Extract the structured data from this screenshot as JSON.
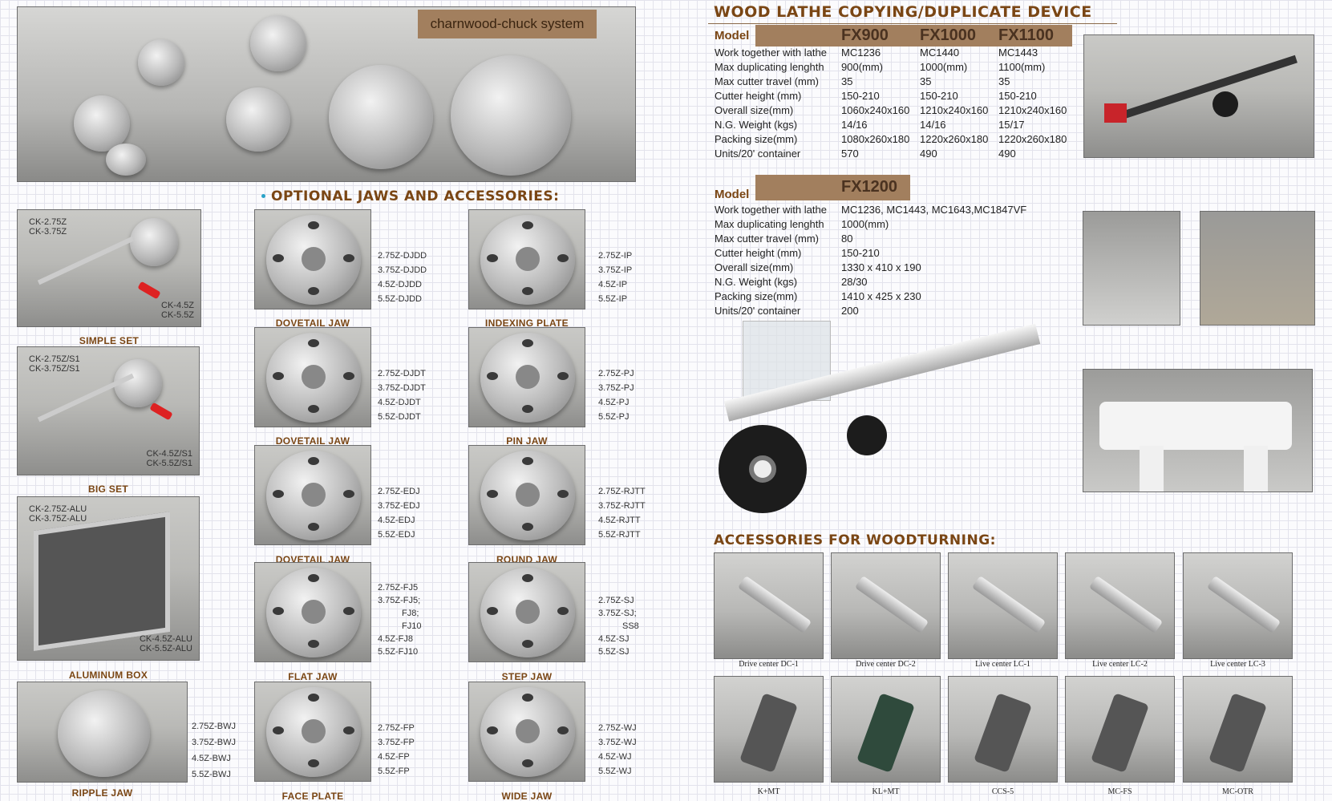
{
  "banner": {
    "label": "charnwood-chuck system"
  },
  "optional_heading": "OPTIONAL JAWS AND ACCESSORIES:",
  "sets": [
    {
      "label": "SIMPLE SET",
      "codes_top": [
        "CK-2.75Z",
        "CK-3.75Z"
      ],
      "codes_bottom": [
        "CK-4.5Z",
        "CK-5.5Z"
      ]
    },
    {
      "label": "BIG SET",
      "codes_top": [
        "CK-2.75Z/S1",
        "CK-3.75Z/S1"
      ],
      "codes_bottom": [
        "CK-4.5Z/S1",
        "CK-5.5Z/S1"
      ]
    },
    {
      "label": "ALUMINUM BOX",
      "codes_top": [
        "CK-2.75Z-ALU",
        "CK-3.75Z-ALU"
      ],
      "codes_bottom": [
        "CK-4.5Z-ALU",
        "CK-5.5Z-ALU"
      ]
    }
  ],
  "ripple": {
    "label": "RIPPLE JAW",
    "codes": [
      "2.75Z-BWJ",
      "3.75Z-BWJ",
      "4.5Z-BWJ",
      "5.5Z-BWJ"
    ]
  },
  "jaws_mid": [
    {
      "label": "DOVETAIL JAW",
      "codes": [
        "2.75Z-DJDD",
        "3.75Z-DJDD",
        "4.5Z-DJDD",
        "5.5Z-DJDD"
      ]
    },
    {
      "label": "DOVETAIL JAW",
      "codes": [
        "2.75Z-DJDT",
        "3.75Z-DJDT",
        "4.5Z-DJDT",
        "5.5Z-DJDT"
      ]
    },
    {
      "label": "DOVETAIL JAW",
      "codes": [
        "2.75Z-EDJ",
        "3.75Z-EDJ",
        "4.5Z-EDJ",
        "5.5Z-EDJ"
      ]
    },
    {
      "label": "FLAT JAW",
      "codes": [
        "2.75Z-FJ5",
        "3.75Z-FJ5;",
        "FJ8;",
        "FJ10",
        "4.5Z-FJ8",
        "5.5Z-FJ10"
      ]
    },
    {
      "label": "FACE PLATE",
      "codes": [
        "2.75Z-FP",
        "3.75Z-FP",
        "4.5Z-FP",
        "5.5Z-FP"
      ]
    }
  ],
  "jaws_right": [
    {
      "label": "INDEXING PLATE",
      "codes": [
        "2.75Z-IP",
        "3.75Z-IP",
        "4.5Z-IP",
        "5.5Z-IP"
      ]
    },
    {
      "label": "PIN JAW",
      "codes": [
        "2.75Z-PJ",
        "3.75Z-PJ",
        "4.5Z-PJ",
        "5.5Z-PJ"
      ]
    },
    {
      "label": "ROUND JAW",
      "codes": [
        "2.75Z-RJTT",
        "3.75Z-RJTT",
        "4.5Z-RJTT",
        "5.5Z-RJTT"
      ]
    },
    {
      "label": "STEP JAW",
      "codes": [
        "2.75Z-SJ",
        "3.75Z-SJ;",
        "SS8",
        "4.5Z-SJ",
        "5.5Z-SJ"
      ]
    },
    {
      "label": "WIDE JAW",
      "codes": [
        "2.75Z-WJ",
        "3.75Z-WJ",
        "4.5Z-WJ",
        "5.5Z-WJ"
      ]
    }
  ],
  "copy_heading": "WOOD LATHE COPYING/DUPLICATE DEVICE",
  "table1": {
    "model_label": "Model",
    "models": [
      "FX900",
      "FX1000",
      "FX1100"
    ],
    "rows": [
      [
        "Work together with lathe",
        "MC1236",
        "MC1440",
        "MC1443"
      ],
      [
        "Max duplicating lenghth",
        "900(mm)",
        "1000(mm)",
        "1100(mm)"
      ],
      [
        "Max cutter travel (mm)",
        "35",
        "35",
        "35"
      ],
      [
        "Cutter height (mm)",
        "150-210",
        "150-210",
        "150-210"
      ],
      [
        "Overall size(mm)",
        "1060x240x160",
        "1210x240x160",
        "1210x240x160"
      ],
      [
        "N.G. Weight (kgs)",
        "14/16",
        "14/16",
        "15/17"
      ],
      [
        "Packing size(mm)",
        "1080x260x180",
        "1220x260x180",
        "1220x260x180"
      ],
      [
        "Units/20' container",
        "570",
        "490",
        "490"
      ]
    ]
  },
  "table2": {
    "model_label": "Model",
    "models": [
      "FX1200"
    ],
    "rows": [
      [
        "Work together with lathe",
        "MC1236, MC1443, MC1643,MC1847VF"
      ],
      [
        "Max duplicating lenghth",
        "1000(mm)"
      ],
      [
        "Max cutter travel (mm)",
        "80"
      ],
      [
        "Cutter height (mm)",
        "150-210"
      ],
      [
        "Overall size(mm)",
        "1330 x 410 x 190"
      ],
      [
        "N.G. Weight (kgs)",
        "28/30"
      ],
      [
        "Packing size(mm)",
        "1410 x 425 x 230"
      ],
      [
        "Units/20' container",
        "200"
      ]
    ]
  },
  "acc_heading": "ACCESSORIES FOR WOODTURNING:",
  "accessories": [
    "Drive center DC-1",
    "Drive center DC-2",
    "Live center LC-1",
    "Live center LC-2",
    "Live center LC-3",
    "K+MT",
    "KL+MT",
    "CCS-5",
    "MC-FS",
    "MC-OTR"
  ],
  "colors": {
    "brown_heading": "#7a4614",
    "model_bar": "#a27f5e",
    "grid": "#e3e3ec"
  }
}
